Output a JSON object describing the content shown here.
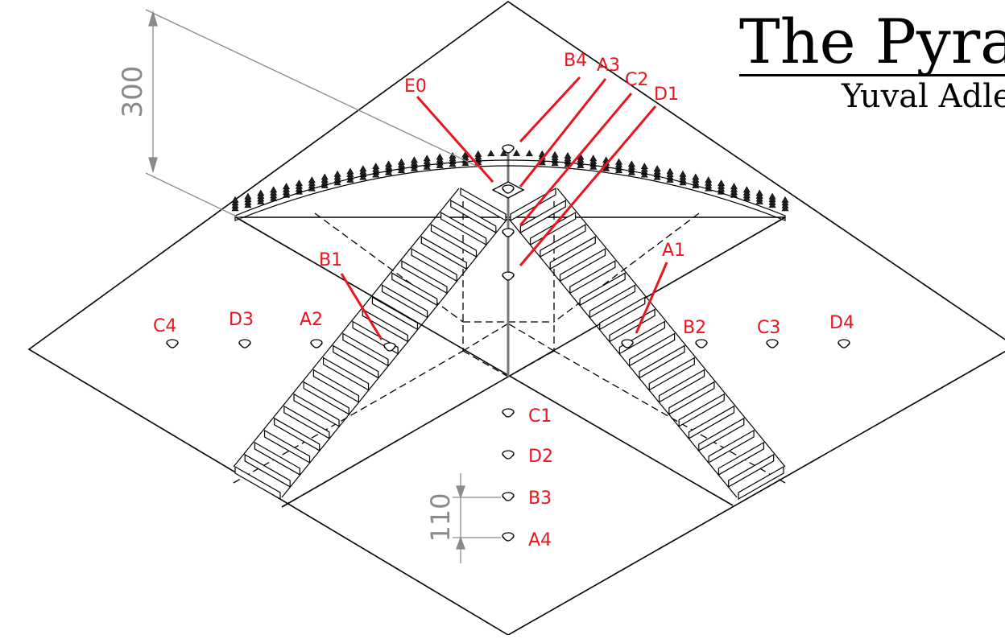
{
  "title": "The Pyra",
  "subtitle": "Yuval Adle",
  "dimensions": {
    "height": "300",
    "spacing": "110"
  },
  "colors": {
    "label": "#e8141e",
    "line": "#000000",
    "dimension": "#8a8a8a"
  },
  "speakers": {
    "E0": "E0",
    "B4": "B4",
    "A3": "A3",
    "C2": "C2",
    "D1": "D1",
    "B1": "B1",
    "A1": "A1",
    "C4": "C4",
    "D3": "D3",
    "A2": "A2",
    "B2": "B2",
    "C3": "C3",
    "D4": "D4",
    "C1": "C1",
    "D2": "D2",
    "B3": "B3",
    "A4": "A4"
  }
}
